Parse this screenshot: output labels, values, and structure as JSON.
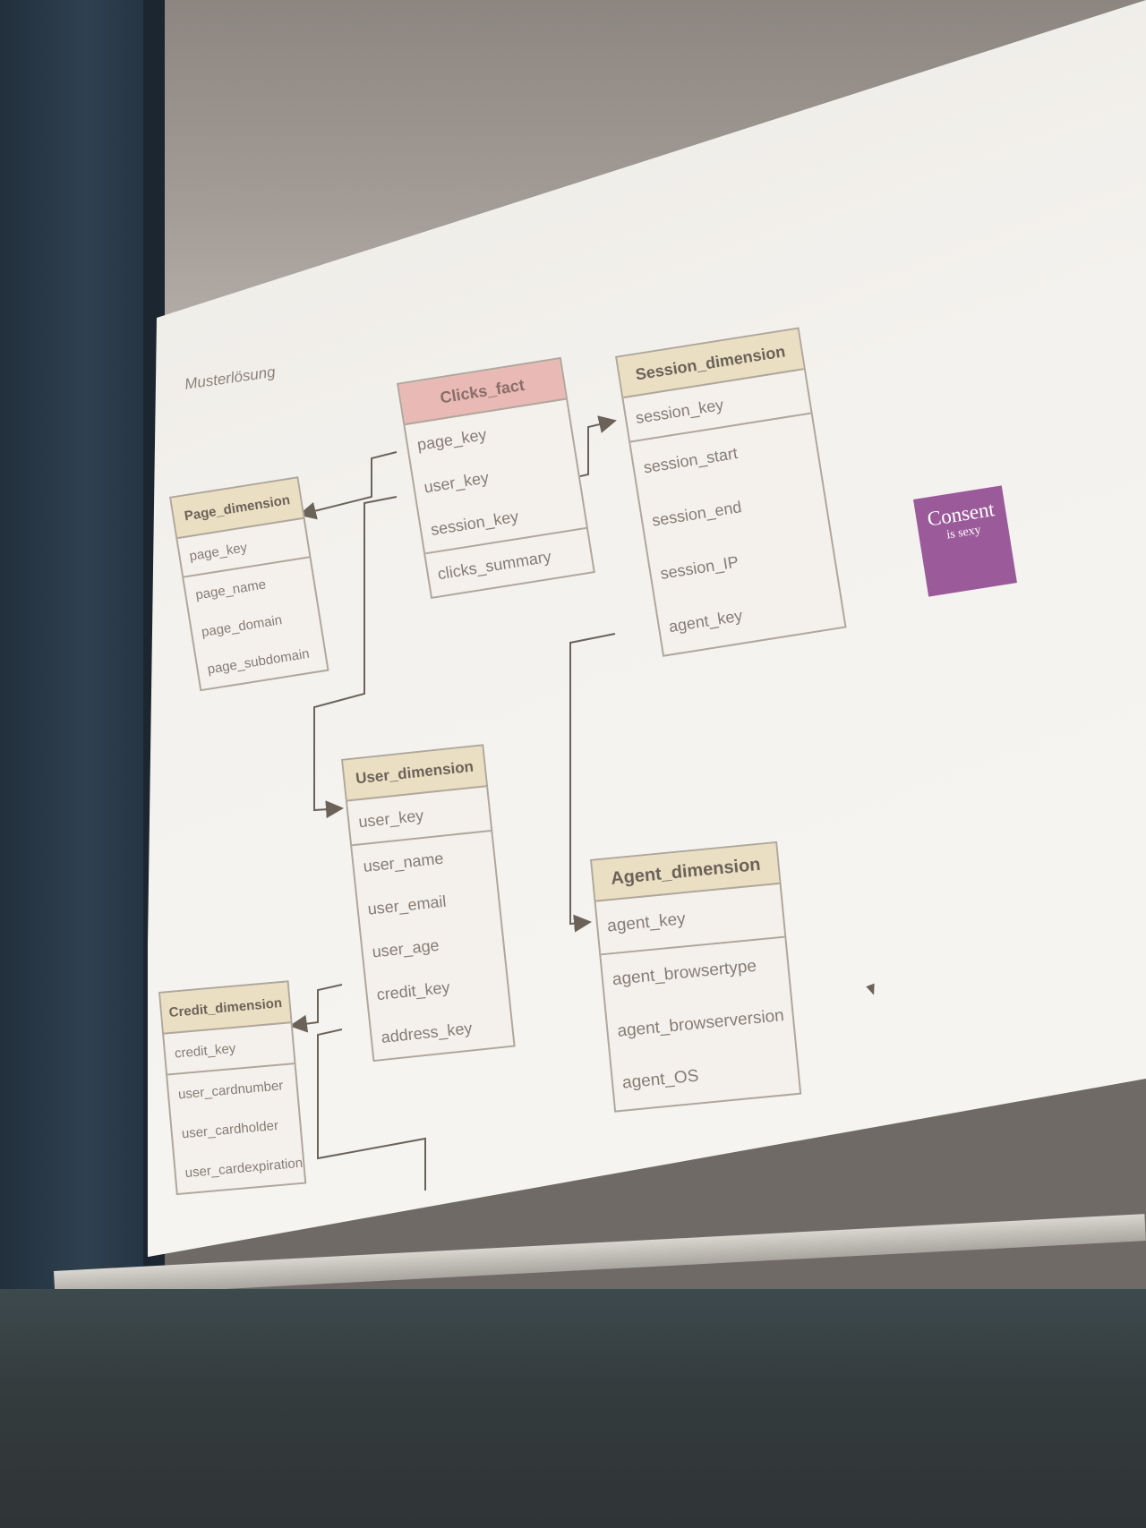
{
  "slide": {
    "subtitle": "Musterlösung",
    "tables": {
      "clicks_fact": {
        "title": "Clicks_fact",
        "keys": [
          "page_key",
          "user_key",
          "session_key"
        ],
        "attributes": [
          "clicks_summary"
        ]
      },
      "session_dimension": {
        "title": "Session_dimension",
        "keys": [
          "session_key"
        ],
        "attributes": [
          "session_start",
          "session_end",
          "session_IP",
          "agent_key"
        ]
      },
      "page_dimension": {
        "title": "Page_dimension",
        "keys": [
          "page_key"
        ],
        "attributes": [
          "page_name",
          "page_domain",
          "page_subdomain"
        ]
      },
      "user_dimension": {
        "title": "User_dimension",
        "keys": [
          "user_key"
        ],
        "attributes": [
          "user_name",
          "user_email",
          "user_age",
          "credit_key",
          "address_key"
        ]
      },
      "agent_dimension": {
        "title": "Agent_dimension",
        "keys": [
          "agent_key"
        ],
        "attributes": [
          "agent_browsertype",
          "agent_browserversion",
          "agent_OS"
        ]
      },
      "credit_dimension": {
        "title": "Credit_dimension",
        "keys": [
          "credit_key"
        ],
        "attributes": [
          "user_cardnumber",
          "user_cardholder",
          "user_cardexpiration"
        ]
      }
    },
    "sticker": {
      "line1": "Consent",
      "line2": "is sexy",
      "color": "#9b5a9a"
    }
  },
  "colors": {
    "fact_header": "#e8b9b5",
    "dimension_header": "#eadfc2",
    "border": "#b0a79c",
    "text": "#857d74"
  }
}
